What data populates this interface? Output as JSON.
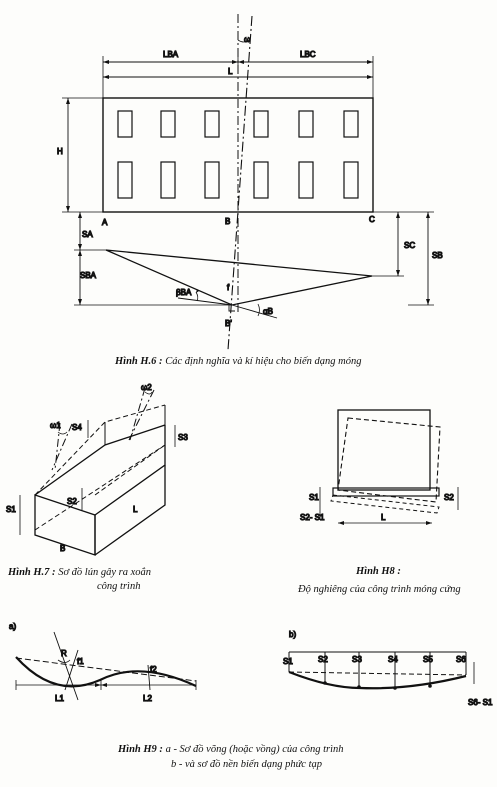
{
  "fig6": {
    "labels": {
      "L_BA": "LBA",
      "L_BC": "LBC",
      "L": "L",
      "H": "H",
      "A": "A",
      "B": "B",
      "C": "C",
      "S_A": "SA",
      "S_BA": "SBA",
      "S_C": "SC",
      "S_B": "SB",
      "omega": "ω",
      "beta_BA": "βBA",
      "f": "f",
      "alpha_B": "αB",
      "B_prime": "B'"
    },
    "caption_prefix": "Hình H.6 :",
    "caption_text": "Các định nghĩa và kí hiệu cho biến dạng móng"
  },
  "fig7": {
    "labels": {
      "omega2": "ω2",
      "omega1": "ω1",
      "S4": "S4",
      "S3": "S3",
      "S1": "S1",
      "S2": "S2",
      "L": "L",
      "B": "B"
    },
    "caption_prefix": "Hình H.7 :",
    "caption_line1": "Sơ đồ lún gây ra xoắn",
    "caption_line2": "công trình"
  },
  "fig8": {
    "labels": {
      "S1": "S1",
      "S2": "S2",
      "S2_S1": "S2- S1",
      "L": "L"
    },
    "caption_prefix": "Hình H8 :",
    "caption_text": "Độ nghiêng của công trình móng cứng"
  },
  "fig9": {
    "part_a": "a)",
    "part_b": "b)",
    "labels_a": {
      "R": "R",
      "f1": "f1",
      "f2": "f2",
      "L1": "L1",
      "L2": "L2"
    },
    "labels_b": [
      "S1",
      "S2",
      "S3",
      "S4",
      "S5",
      "S6"
    ],
    "label_b_diff": "S6- S1",
    "caption_prefix": "Hình H9 :",
    "caption_line1": "a - Sơ đồ võng (hoặc vồng) của công trình",
    "caption_line2": "b - và sơ đồ nền biến dạng phức tạp"
  }
}
